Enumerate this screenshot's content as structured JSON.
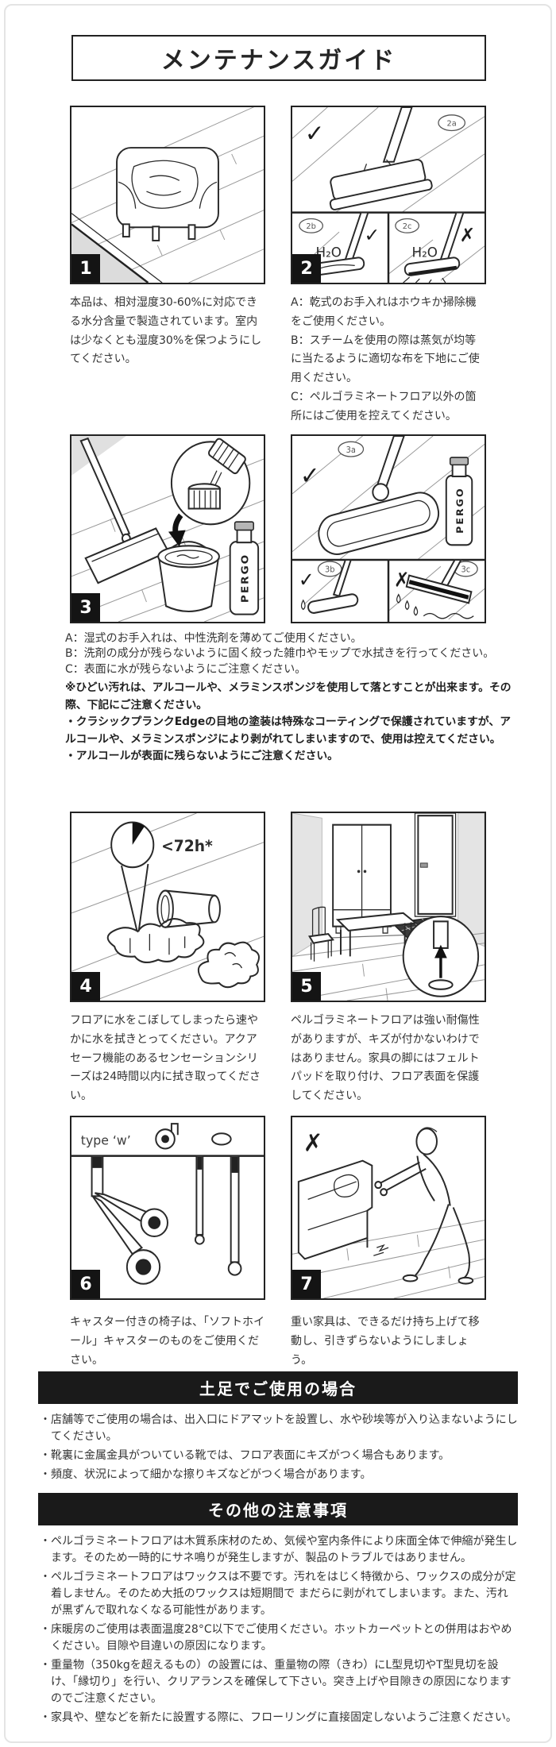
{
  "page_title": "メンテナンスガイド",
  "icons": {
    "check": "✓",
    "cross": "✗"
  },
  "colors": {
    "ink": "#2a2a2a",
    "header_bg": "#1a1a1a",
    "header_text": "#ffffff",
    "badge_bg": "#141414",
    "floor_line": "#9a9a9a",
    "wall_gray": "#e4e4e4",
    "mat_dark": "#3a3a3a"
  },
  "panels": {
    "p1": {
      "num": "1"
    },
    "p2": {
      "num": "2",
      "badge_a": "2a",
      "badge_b": "2b",
      "badge_c": "2c",
      "h2o_b": "H₂O",
      "h2o_c": "H₂O"
    },
    "p3l": {
      "num": "3",
      "bottle": "PERGO"
    },
    "p3r": {
      "badge_a": "3a",
      "badge_b": "3b",
      "badge_c": "3c",
      "bottle": "PERGO"
    },
    "p4": {
      "num": "4",
      "clock_label": "<72h*"
    },
    "p5": {
      "num": "5"
    },
    "p6": {
      "num": "6",
      "label": "type ‘w’"
    },
    "p7": {
      "num": "7"
    }
  },
  "captions": {
    "c1": "本品は、相対湿度30-60%に対応できる水分含量で製造されています。室内は少なくとも湿度30%を保つようにしてください。",
    "c2": "A：乾式のお手入れはホウキか掃除機をご使用ください。\nB：スチームを使用の際は蒸気が均等に当たるように適切な布を下地にご使用ください。\nC：ペルゴラミネートフロア以外の箇所にはご使用を控えてください。",
    "c3": "A：湿式のお手入れは、中性洗剤を薄めてご使用ください。\nB：洗剤の成分が残らないように固く絞った雑巾やモップで水拭きを行ってください。\nC：表面に水が残らないようにご注意ください。",
    "c3_note": "※ひどい汚れは、アルコールや、メラミンスポンジを使用して落とすことが出来ます。その際、下記にご注意ください。\n・クラシックプランクEdgeの目地の塗装は特殊なコーティングで保護されていますが、アルコールや、メラミンスポンジにより剥がれてしまいますので、使用は控えてください。\n・アルコールが表面に残らないようにご注意ください。",
    "c4": "フロアに水をこぼしてしまったら速やかに水を拭きとってください。アクアセーフ機能のあるセンセーションシリーズは24時間以内に拭き取ってください。",
    "c5": "ペルゴラミネートフロアは強い耐傷性がありますが、キズが付かないわけではありません。家具の脚にはフェルトパッドを取り付け、フロア表面を保護してください。",
    "c6": "キャスター付きの椅子は、「ソフトホイール」キャスターのものをご使用ください。",
    "c7": "重い家具は、できるだけ持ち上げて移動し、引きずらないようにしましょう。"
  },
  "shoes_section": {
    "title": "土足でご使用の場合",
    "bullets": [
      "・店舗等でご使用の場合は、出入口にドアマットを設置し、水や砂埃等が入り込まないようにしてください。",
      "・靴裏に金属金具がついている靴では、フロア表面にキズがつく場合もあります。",
      "・頻度、状況によって細かな擦りキズなどがつく場合があります。"
    ]
  },
  "other_section": {
    "title": "その他の注意事項",
    "bullets": [
      "・ペルゴラミネートフロアは木質系床材のため、気候や室内条件により床面全体で伸縮が発生します。そのため一時的にサネ鳴りが発生しますが、製品のトラブルではありません。",
      "・ペルゴラミネートフロアはワックスは不要です。汚れをはじく特徴から、ワックスの成分が定着しません。そのため大抵のワックスは短期間で まだらに剥がれてしまいます。また、汚れが黒ずんで取れなくなる可能性があります。",
      "・床暖房のご使用は表面温度28°C以下でご使用ください。ホットカーペットとの併用はおやめください。目隙や目違いの原因になります。",
      "・重量物（350kgを超えるもの）の設置には、重量物の際（きわ）にL型見切やT型見切を設け、「縁切り」を行い、クリアランスを確保して下さい。突き上げや目隙きの原因になりますのでご注意ください。",
      "・家具や、壁などを新たに設置する際に、フローリングに直接固定しないようご注意ください。"
    ]
  }
}
